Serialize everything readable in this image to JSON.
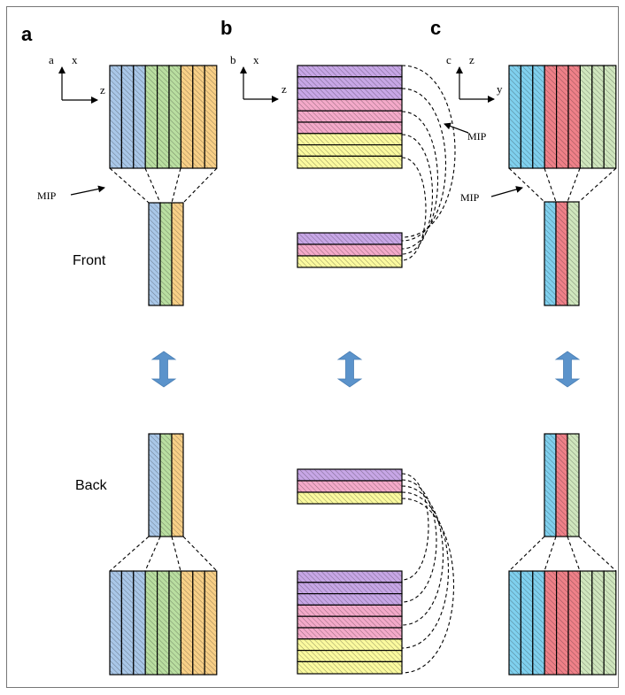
{
  "panels": {
    "a": {
      "letter": "a",
      "axis": {
        "prefix": "a",
        "vertical": "x",
        "horizontal": "z"
      },
      "mip_label": "MIP"
    },
    "b": {
      "letter": "b",
      "axis": {
        "prefix": "b",
        "vertical": "x",
        "horizontal": "z"
      },
      "mip_label": "MIP"
    },
    "c": {
      "letter": "c",
      "axis": {
        "prefix": "c",
        "vertical": "z",
        "horizontal": "y"
      },
      "mip_label": "MIP"
    }
  },
  "labels": {
    "front": "Front",
    "back": "Back"
  },
  "colors": {
    "blue": "#a9c7e8",
    "green": "#b9dea0",
    "orange": "#f8cf86",
    "purple": "#c7a6e6",
    "pink": "#f4a9c9",
    "yellow": "#fbfa9e",
    "cyan": "#7fd0ee",
    "red": "#ef8088",
    "lightgreen": "#cfe6bd",
    "arrow": "#5b93cb"
  }
}
